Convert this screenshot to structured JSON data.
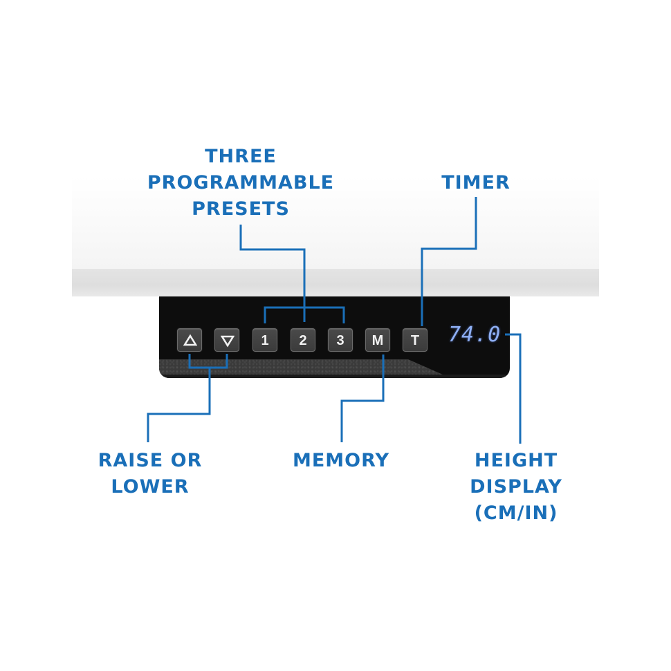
{
  "diagram": {
    "accent_color": "#1a6fb8",
    "display_color": "#8fb0f5",
    "panel_color": "#0d0d0d"
  },
  "labels": {
    "presets": [
      "THREE",
      "PROGRAMMABLE",
      "PRESETS"
    ],
    "timer": [
      "TIMER"
    ],
    "raise_lower": [
      "RAISE OR",
      "LOWER"
    ],
    "memory": [
      "MEMORY"
    ],
    "height_display": [
      "HEIGHT",
      "DISPLAY",
      "(CM/IN)"
    ]
  },
  "panel": {
    "keys": [
      {
        "id": "up",
        "icon": "triangle-up-icon",
        "label": ""
      },
      {
        "id": "down",
        "icon": "triangle-down-icon",
        "label": ""
      },
      {
        "id": "preset-1",
        "icon": "",
        "label": "1"
      },
      {
        "id": "preset-2",
        "icon": "",
        "label": "2"
      },
      {
        "id": "preset-3",
        "icon": "",
        "label": "3"
      },
      {
        "id": "memory",
        "icon": "",
        "label": "M"
      },
      {
        "id": "timer",
        "icon": "",
        "label": "T"
      }
    ],
    "display_value": "74.0"
  }
}
